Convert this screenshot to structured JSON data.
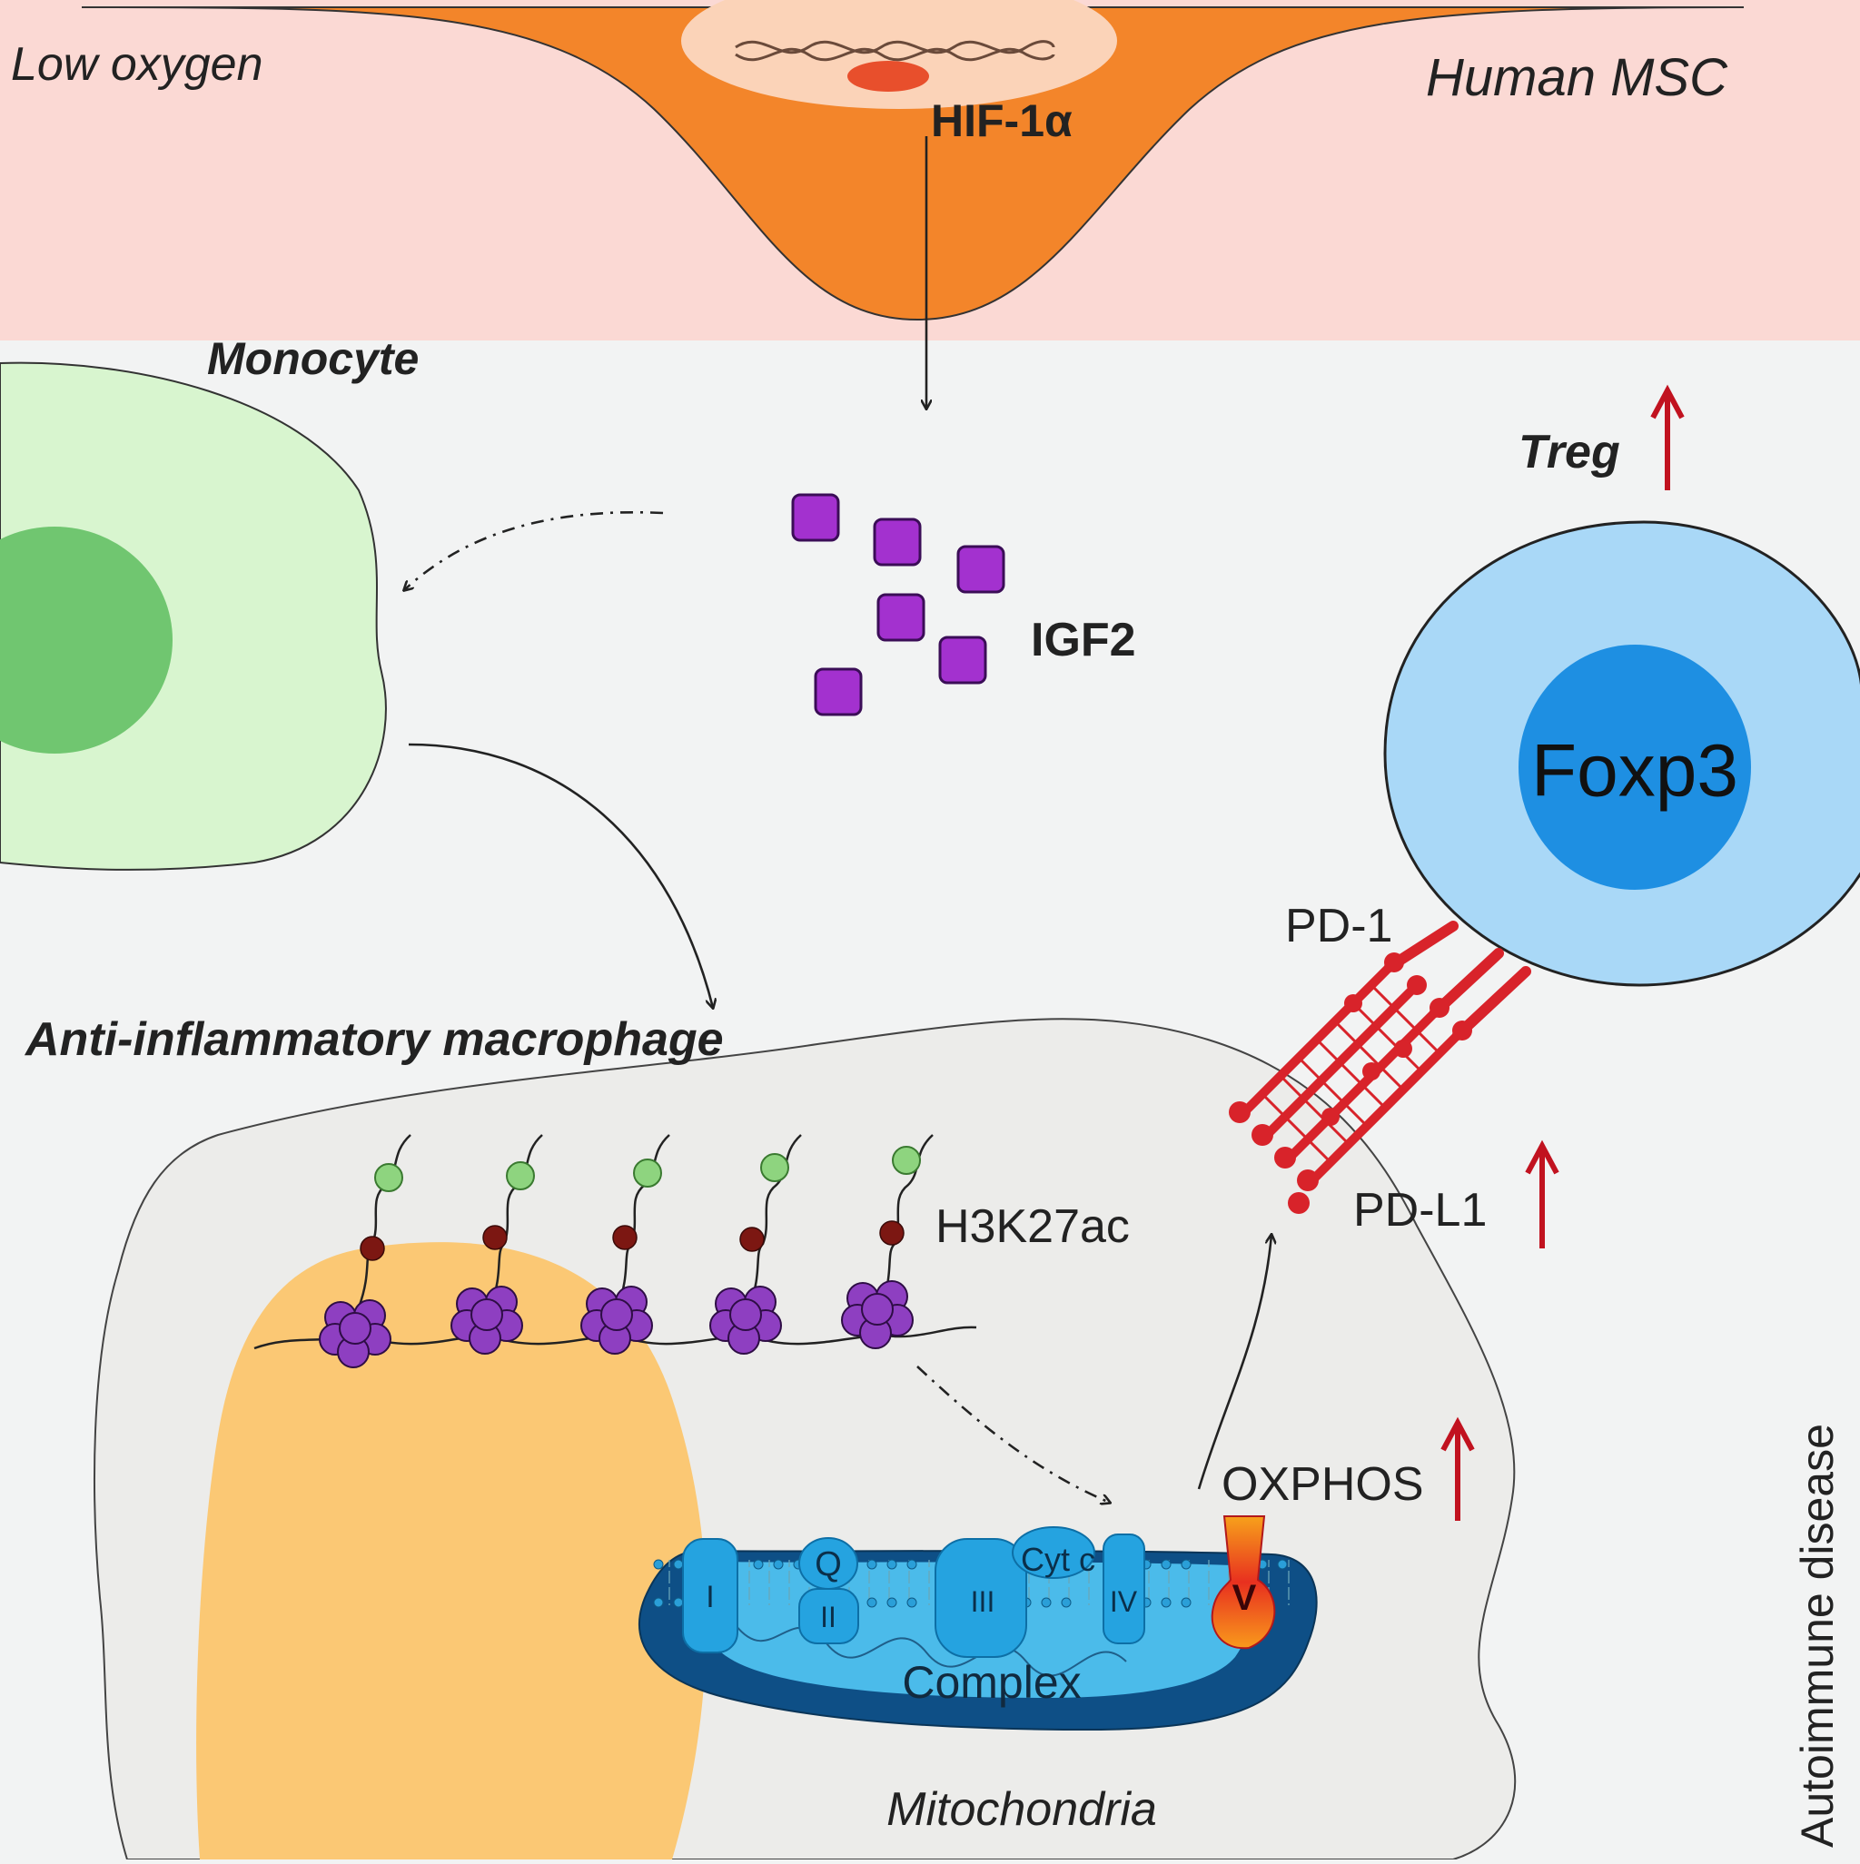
{
  "labels": {
    "low_oxygen": "Low oxygen",
    "human_msc": "Human MSC",
    "hif": "HIF-1α",
    "monocyte": "Monocyte",
    "treg": "Treg",
    "igf2": "IGF2",
    "foxp3": "Foxp3",
    "pd1": "PD-1",
    "pdl1": "PD-L1",
    "macrophage": "Anti-inflammatory macrophage",
    "h3k27ac": "H3K27ac",
    "oxphos": "OXPHOS",
    "complex": "Complex",
    "mitochondria": "Mitochondria",
    "autoimmune": "Autoimmune disease",
    "complex_I": "I",
    "complex_II": "II",
    "complex_III": "III",
    "complex_IV": "IV",
    "complex_V": "V",
    "q": "Q",
    "cytc": "Cyt c"
  },
  "colors": {
    "msc_band": "#fbd9d4",
    "msc_cell": "#f3852a",
    "nucleus_halo": "#fbd3b8",
    "monocyte_body": "#d8f5cf",
    "monocyte_nucleus": "#70c670",
    "igf2": "#a331cf",
    "treg_body": "#a9d8f7",
    "treg_nucleus": "#1e8fe2",
    "pd_red": "#d8232a",
    "macrophage": "#ececea",
    "macro_nucleus": "#fbc874",
    "nucleosome": "#8e3fc1",
    "acetyl": "#8ed47f",
    "methyl": "#7c1712",
    "mito_outer": "#0e4f86",
    "mito_inner": "#4bbbea",
    "complex_blue": "#25a3e0",
    "up_arrow": "#c1121f"
  },
  "icons": [
    "dna-icon",
    "up-arrow-icon"
  ]
}
